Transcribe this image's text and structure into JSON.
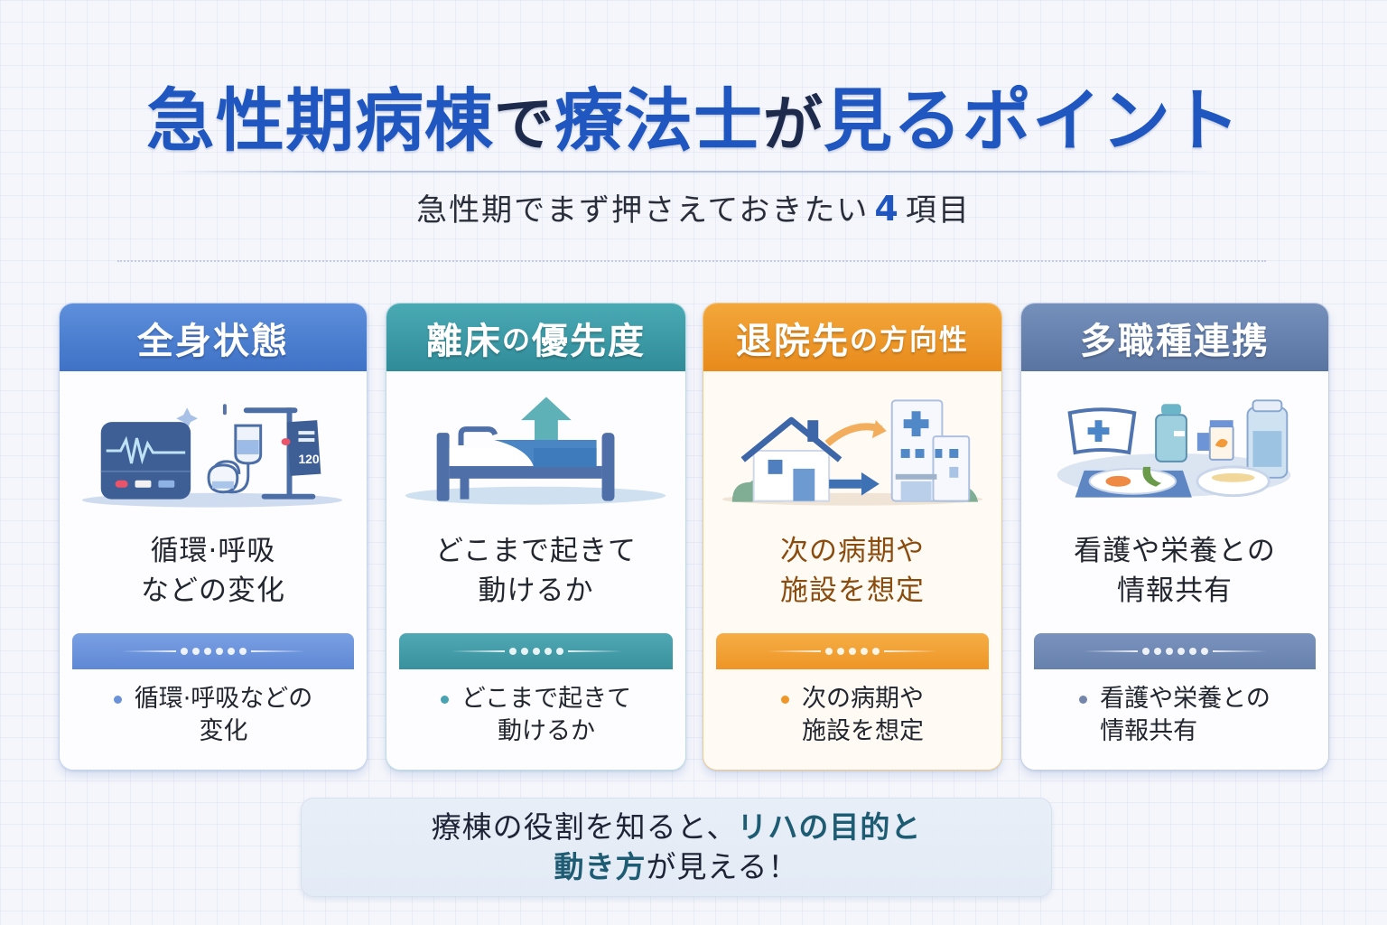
{
  "header": {
    "title": {
      "part1": "急性期病棟",
      "part2": "で",
      "part3": "療法士",
      "part4": "が",
      "part5": "見るポイント"
    },
    "subtitle": {
      "prefix": "急性期でまず押さえておきたい",
      "number": "4",
      "suffix": "項目"
    }
  },
  "cards": [
    {
      "title": "全身状態",
      "title_small": "",
      "icon": "vital-monitor-iv-drip-icon",
      "monitor_value": "120",
      "main_lines": [
        "循環·呼吸",
        "などの変化"
      ],
      "bullet_lines": [
        "循環·呼吸などの",
        "変化"
      ],
      "accent": "#4a7acc"
    },
    {
      "title": "離床",
      "title_small": "の",
      "title_rest": "優先度",
      "icon": "hospital-bed-up-arrow-icon",
      "main_lines": [
        "どこまで起きて",
        "動けるか"
      ],
      "bullet_lines": [
        "どこまで起きて",
        "動けるか"
      ],
      "accent": "#3596a3"
    },
    {
      "title": "退院先",
      "title_small": "の",
      "title_rest": "方向性",
      "icon": "home-to-hospital-icon",
      "main_lines": [
        "次の病期や",
        "施設を想定"
      ],
      "bullet_lines": [
        "次の病期や",
        "施設を想定"
      ],
      "accent": "#ec921f"
    },
    {
      "title": "多職種連携",
      "title_small": "",
      "icon": "nurse-cap-meal-tray-medicine-icon",
      "main_lines": [
        "看護や栄養との",
        "情報共有"
      ],
      "bullet_lines": [
        "看護や栄養との",
        "情報共有"
      ],
      "accent": "#6079a6"
    }
  ],
  "footer": {
    "line1_plain": "療棟の役割を知ると、",
    "line1_highlight": "リハの目的と",
    "line2_highlight": "動き方",
    "line2_plain": "が見える！"
  },
  "colors": {
    "title_blue": "#1f56c0",
    "title_dark": "#1d2a4c",
    "card1": "#4a7acc",
    "card2": "#3596a3",
    "card3": "#ec921f",
    "card4": "#6079a6",
    "footer_highlight": "#1d5c73"
  }
}
